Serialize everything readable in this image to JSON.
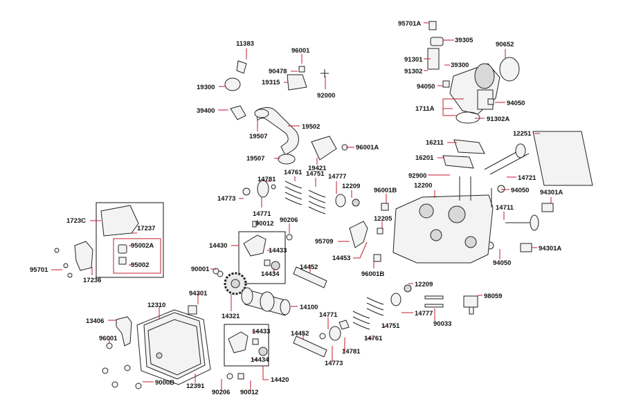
{
  "diagram": {
    "labels": {
      "95701A": "95701A",
      "39305": "39305",
      "91301": "91301",
      "39300": "39300",
      "91302": "91302",
      "90652": "90652",
      "94050a": "94050",
      "94050b": "94050",
      "1711A": "1711A",
      "91302A": "91302A",
      "11383": "11383",
      "96001": "96001",
      "90478": "90478",
      "19315": "19315",
      "19300": "19300",
      "92000": "92000",
      "39400": "39400",
      "19507a": "19507",
      "19502": "19502",
      "96001A": "96001A",
      "19507b": "19507",
      "19421": "19421",
      "16211": "16211",
      "16201": "16201",
      "12251": "12251",
      "14721": "14721",
      "92900": "92900",
      "12200": "12200",
      "94050c": "94050",
      "94301Aa": "94301A",
      "14711": "14711",
      "94301Ab": "94301A",
      "94050d": "94050",
      "14781a": "14781",
      "14761a": "14761",
      "14751a": "14751",
      "14777a": "14777",
      "12209a": "12209",
      "14773a": "14773",
      "14771a": "14771",
      "96001Ba": "96001B",
      "90012a": "90012",
      "90206a": "90206",
      "12205": "12205",
      "95709": "95709",
      "14453": "14453",
      "96001Bb": "96001B",
      "12209b": "12209",
      "14430": "14430",
      "14433a": "14433",
      "14434a": "14434",
      "1723C": "1723C",
      "17237": "17237",
      "95002A": "95002A",
      "95002": "95002",
      "95701": "95701",
      "17236": "17236",
      "90001a": "90001",
      "14452a": "14452",
      "94301": "94301",
      "14321": "14321",
      "14100": "14100",
      "98059": "98059",
      "14777b": "14777",
      "14751b": "14751",
      "14761b": "14761",
      "90033": "90033",
      "14771b": "14771",
      "14781b": "14781",
      "14773b": "14773",
      "14452b": "14452",
      "12310": "12310",
      "13406": "13406",
      "96001b": "96001",
      "14433b": "14433",
      "14434b": "14434",
      "14420": "14420",
      "90206b": "90206",
      "90012b": "90012",
      "9000B": "9000B",
      "12391": "12391"
    }
  }
}
